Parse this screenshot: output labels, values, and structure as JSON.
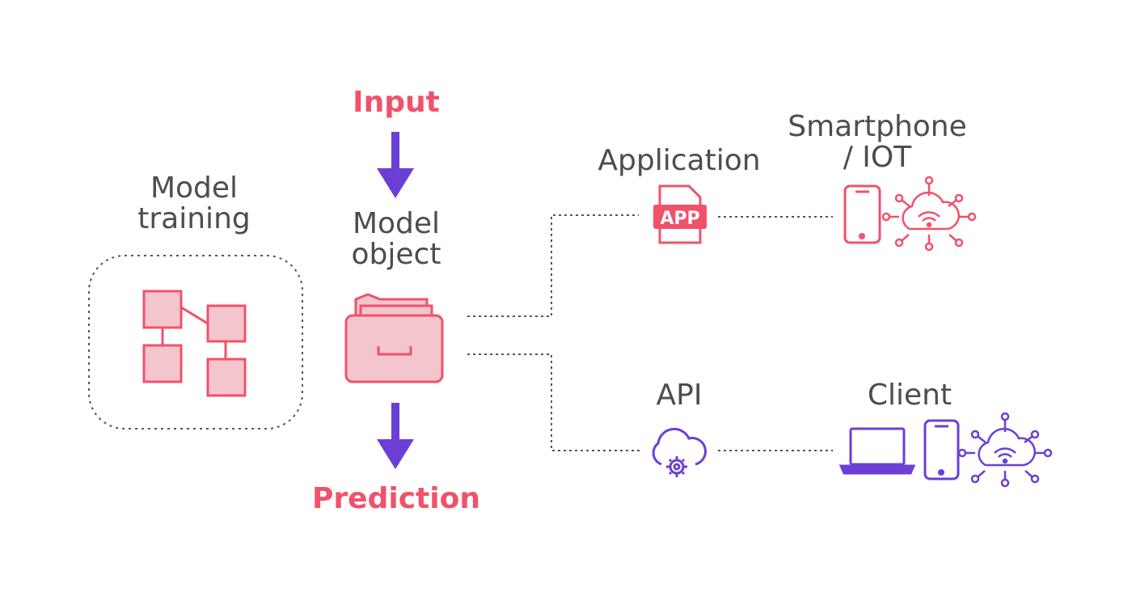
{
  "labels": {
    "model_training": "Model\ntraining",
    "input": "Input",
    "model_object": "Model\nobject",
    "prediction": "Prediction",
    "application": "Application",
    "smartphone_iot": "Smartphone\n/ IOT",
    "api": "API",
    "client": "Client",
    "app_badge": "APP"
  },
  "colors": {
    "pink": "#f0526a",
    "pink_fill": "#f4c5cc",
    "purple": "#6b3fd6",
    "gray_text": "#4d4d4f",
    "dotted": "#555555"
  },
  "icons": [
    "model-graph-icon",
    "file-cabinet-icon",
    "app-file-icon",
    "smartphone-icon",
    "iot-cloud-icon",
    "cloud-gear-icon",
    "laptop-icon",
    "wifi-cloud-icon"
  ]
}
